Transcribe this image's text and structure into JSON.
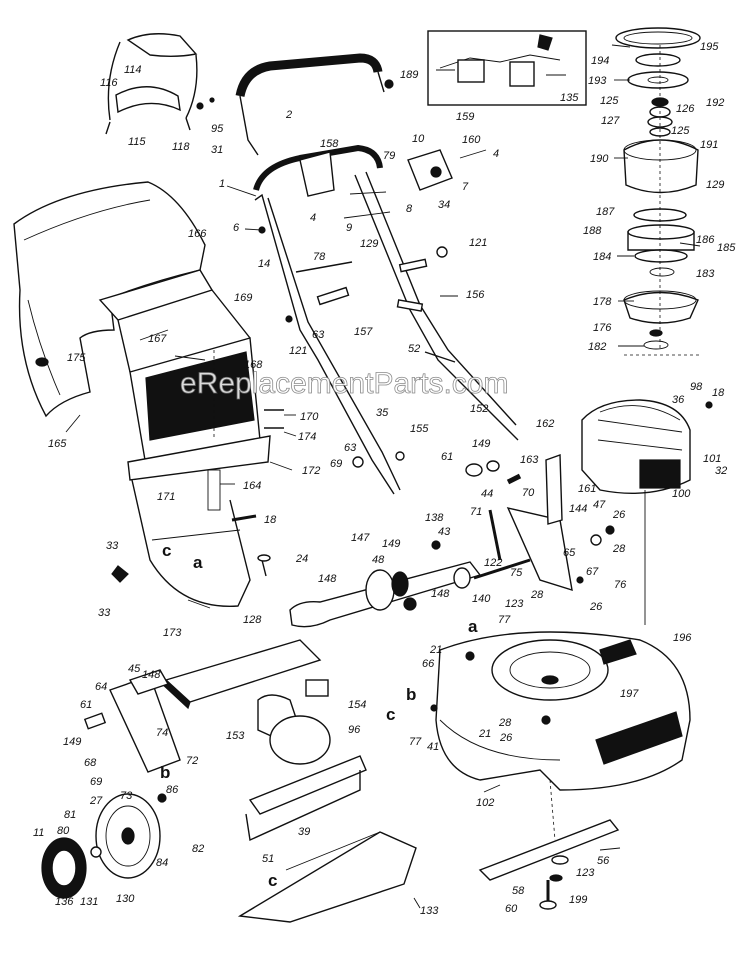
{
  "watermark": "eReplacementParts.com",
  "colors": {
    "ink": "#111111",
    "paper": "#ffffff"
  },
  "callouts": {
    "c2": "2",
    "c189": "189",
    "c135": "135",
    "c195": "195",
    "c194": "194",
    "c193": "193",
    "c192": "192",
    "c125a": "125",
    "c126": "126",
    "c127": "127",
    "c125b": "125",
    "c114": "114",
    "c116": "116",
    "c95": "95",
    "c115": "115",
    "c118": "118",
    "c31": "31",
    "c159": "159",
    "c158": "158",
    "c160": "160",
    "c10": "10",
    "c79": "79",
    "c4a": "4",
    "c7": "7",
    "c1": "1",
    "c8": "8",
    "c34": "34",
    "c4b": "4",
    "c9": "9",
    "c6": "6",
    "c129a": "129",
    "c190": "190",
    "c191": "191",
    "c129b": "129",
    "c187": "187",
    "c188": "188",
    "c186": "186",
    "c185": "185",
    "c184": "184",
    "c183": "183",
    "c166": "166",
    "c14": "14",
    "c78": "78",
    "c121a": "121",
    "c156": "156",
    "c178": "178",
    "c176": "176",
    "c182": "182",
    "c169": "169",
    "c63a": "63",
    "c157": "157",
    "c121b": "121",
    "c52": "52",
    "c167": "167",
    "c175": "175",
    "c168": "168",
    "c98": "98",
    "c18a": "18",
    "c36": "36",
    "c35": "35",
    "c152": "152",
    "c170": "170",
    "c174": "174",
    "c162": "162",
    "c165": "165",
    "c155": "155",
    "c63b": "63",
    "c69a": "69",
    "c149a": "149",
    "c61a": "61",
    "c163": "163",
    "c172": "172",
    "c101": "101",
    "c32": "32",
    "c70": "70",
    "c44": "44",
    "c161": "161",
    "c100": "100",
    "c164": "164",
    "c171": "171",
    "c138": "138",
    "c71": "71",
    "c144": "144",
    "c47": "47",
    "c26a": "26",
    "c18b": "18",
    "c43": "43",
    "c33a": "33",
    "c147": "147",
    "c149b": "149",
    "c48": "48",
    "c28a": "28",
    "c65": "65",
    "c76": "76",
    "c122": "122",
    "c75": "75",
    "c24": "24",
    "c67": "67",
    "c148a": "148",
    "c140": "140",
    "c123a": "123",
    "c28b": "28",
    "c26b": "26",
    "c148b": "148",
    "c33b": "33",
    "c173": "173",
    "c128": "128",
    "c77a": "77",
    "c21a": "21",
    "c196": "196",
    "c66": "66",
    "c45": "45",
    "c148c": "148",
    "c64": "64",
    "c154": "154",
    "c197": "197",
    "c61b": "61",
    "c77b": "77",
    "c41": "41",
    "c21b": "21",
    "c28c": "28",
    "c26c": "26",
    "c153": "153",
    "c96": "96",
    "c149c": "149",
    "c74": "74",
    "c68": "68",
    "c72": "72",
    "c69b": "69",
    "c86": "86",
    "c73": "73",
    "c27": "27",
    "c102": "102",
    "c81": "81",
    "c11": "11",
    "c80": "80",
    "c82": "82",
    "c39": "39",
    "c84": "84",
    "c56": "56",
    "c51": "51",
    "c123b": "123",
    "c58": "58",
    "c136": "136",
    "c131": "131",
    "c130": "130",
    "c199": "199",
    "c60": "60",
    "c133": "133"
  },
  "letter_keys": {
    "c1": "c",
    "a1": "a",
    "a2": "a",
    "b1": "b",
    "c2": "c",
    "b2": "b",
    "c3": "c"
  }
}
